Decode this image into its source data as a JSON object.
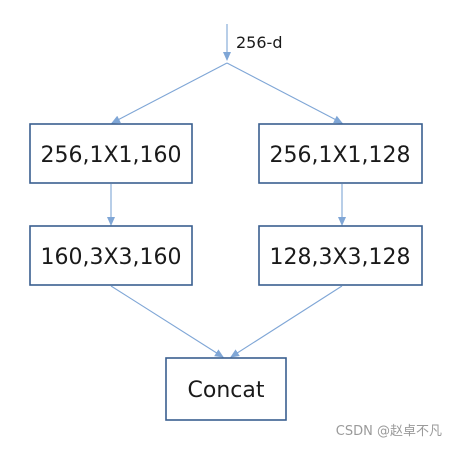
{
  "diagram": {
    "input_label": "256-d",
    "boxes": {
      "left_top": "256,1X1,160",
      "right_top": "256,1X1,128",
      "left_bottom": "160,3X3,160",
      "right_bottom": "128,3X3,128",
      "concat": "Concat"
    },
    "colors": {
      "box_border": "#3a5f8f",
      "arrow": "#7fa6d6",
      "text": "#1a1a1a"
    }
  },
  "watermark": "CSDN @赵卓不凡"
}
